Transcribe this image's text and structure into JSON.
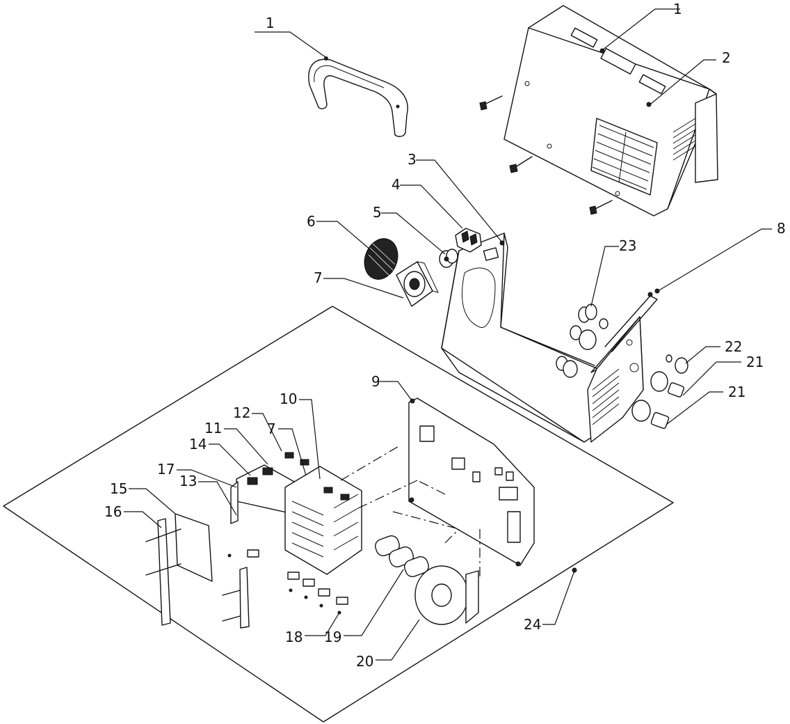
{
  "callouts": [
    {
      "id": "c1a",
      "label": "1"
    },
    {
      "id": "c1b",
      "label": "1"
    },
    {
      "id": "c2",
      "label": "2"
    },
    {
      "id": "c3",
      "label": "3"
    },
    {
      "id": "c4",
      "label": "4"
    },
    {
      "id": "c5",
      "label": "5"
    },
    {
      "id": "c6",
      "label": "6"
    },
    {
      "id": "c7a",
      "label": "7"
    },
    {
      "id": "c7b",
      "label": "7"
    },
    {
      "id": "c8",
      "label": "8"
    },
    {
      "id": "c9",
      "label": "9"
    },
    {
      "id": "c10",
      "label": "10"
    },
    {
      "id": "c11",
      "label": "11"
    },
    {
      "id": "c12",
      "label": "12"
    },
    {
      "id": "c13",
      "label": "13"
    },
    {
      "id": "c14",
      "label": "14"
    },
    {
      "id": "c15",
      "label": "15"
    },
    {
      "id": "c16",
      "label": "16"
    },
    {
      "id": "c17",
      "label": "17"
    },
    {
      "id": "c18",
      "label": "18"
    },
    {
      "id": "c19",
      "label": "19"
    },
    {
      "id": "c20",
      "label": "20"
    },
    {
      "id": "c21a",
      "label": "21"
    },
    {
      "id": "c21b",
      "label": "21"
    },
    {
      "id": "c22",
      "label": "22"
    },
    {
      "id": "c23",
      "label": "23"
    },
    {
      "id": "c24",
      "label": "24"
    }
  ]
}
